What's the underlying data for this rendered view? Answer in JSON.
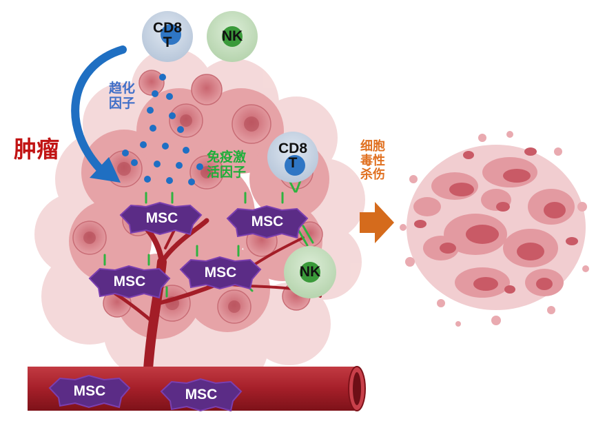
{
  "labels": {
    "tumor": "肿瘤",
    "chemokine_line1": "趋化",
    "chemokine_line2": "因子",
    "immune_activating_line1": "免疫激",
    "immune_activating_line2": "活因子",
    "cytotoxic_line1": "细胞",
    "cytotoxic_line2": "毒性",
    "cytotoxic_line3": "杀伤"
  },
  "cells": {
    "cd8_top": {
      "line1": "CD8",
      "line2": "T"
    },
    "nk_top": "NK",
    "cd8_right": {
      "line1": "CD8",
      "line2": "T"
    },
    "nk_right": "NK",
    "msc": [
      "MSC",
      "MSC",
      "MSC",
      "MSC",
      "MSC",
      "MSC"
    ]
  },
  "colors": {
    "tumor_light": "#f0c4c6",
    "tumor_mid": "#dc8d92",
    "tumor_dark": "#b9525d",
    "vessel": "#a8202a",
    "msc_fill": "#5b2c86",
    "msc_stroke": "#7b3fb0",
    "chemokine_dot": "#1e6fc4",
    "arrow_blue": "#1f6fc2",
    "arrow_orange": "#d56b1c",
    "nk_fill": "#c5dfc0",
    "cd8_fill": "#c9d6e6",
    "receptor_green": "#2eb33f"
  }
}
